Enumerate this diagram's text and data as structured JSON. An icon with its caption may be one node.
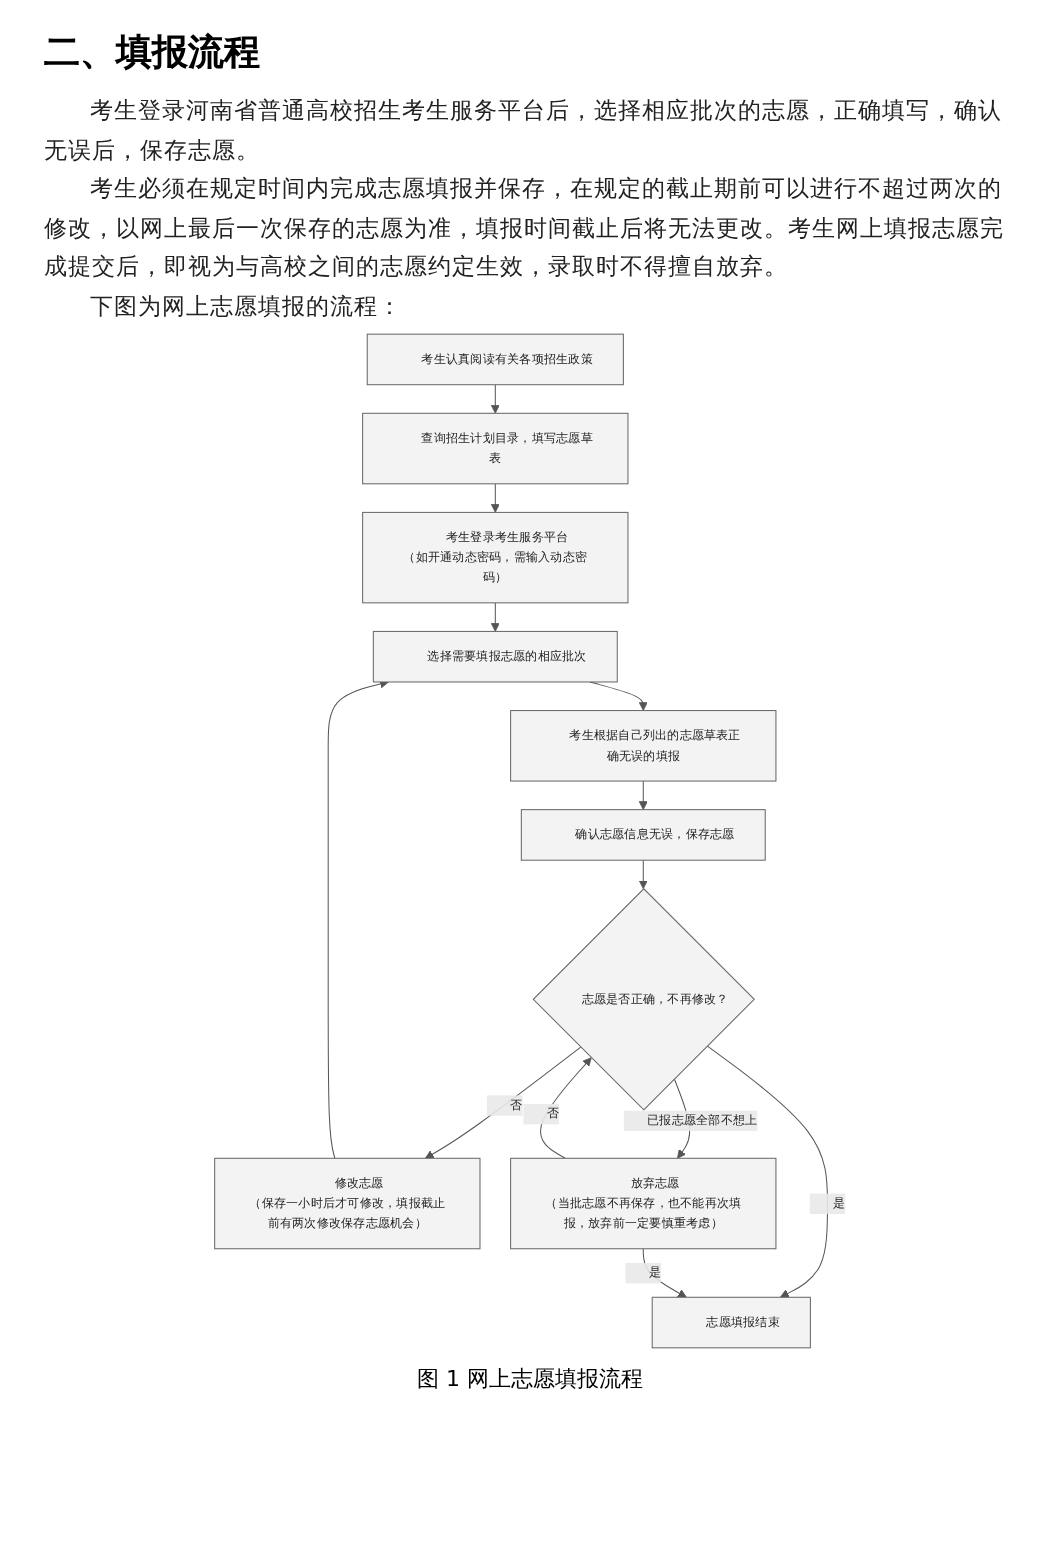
{
  "diagram": {
    "title": "二、填报流程",
    "caption": "图 1 网上志愿填报流程",
    "labels": [
      "考生登录河南省普通高校招生考生服务平台后，选择相应批次的志愿，正确填写，确认无误后，保存志愿。",
      "考生必须在规定时间内完成志愿填报并保存，在规定的截止期前可以进行不超过两次的修改，以网上最后一次保存的志愿为准，填报时间截止后将无法更改。考生网上填报志愿完成提交后，即视为与高校之间的志愿约定生效，录取时不得擅自放弃。",
      "下图为网上志愿填报的流程："
    ],
    "nodes": [
      {
        "text": [
          "考生认真阅读有关各项招生政策"
        ]
      },
      {
        "text": [
          "查询招生计划目录，填写志愿草表"
        ]
      },
      {
        "text": [
          "考生登录考生服务平台",
          "（如开通动态密码，需输入动态密码）"
        ]
      },
      {
        "text": [
          "选择需要填报志愿的相应批次"
        ]
      },
      {
        "text": [
          "考生根据自己列出的志愿草表正确无误的填报"
        ]
      },
      {
        "text": [
          "确认志愿信息无误，保存志愿"
        ]
      },
      {
        "text": [
          "志愿是否正确，不再修改？"
        ]
      },
      {
        "text": [
          "修改志愿",
          "（保存一小时后才可修改，填报截止前有两次修改保存志愿机会）"
        ]
      },
      {
        "text": [
          "放弃志愿",
          "（当批志愿不再保存，也不能再次填报，放弃前一定要慎重考虑）"
        ]
      },
      {
        "text": [
          "志愿填报结束"
        ]
      }
    ],
    "edges": [
      {
        "from": 0,
        "to": 1,
        "arrow": "to"
      },
      {
        "from": 1,
        "to": 2,
        "arrow": "to"
      },
      {
        "from": 2,
        "to": 3,
        "arrow": "to"
      },
      {
        "from": 3,
        "to": 4,
        "arrow": "to"
      },
      {
        "from": 4,
        "to": 5,
        "arrow": "to"
      },
      {
        "from": 5,
        "to": 6,
        "arrow": "to"
      },
      {
        "from": 6,
        "to": 7,
        "arrow": "to",
        "label": "否"
      },
      {
        "from": 7,
        "to": 3,
        "arrow": "to"
      },
      {
        "from": 6,
        "to": 8,
        "arrow": "to",
        "label": "已报志愿全部不想上"
      },
      {
        "from": 8,
        "to": 6,
        "arrow": "to",
        "label": "否"
      },
      {
        "from": 6,
        "to": 9,
        "arrow": "to",
        "label": "是"
      },
      {
        "from": 8,
        "to": 9,
        "arrow": "to",
        "label": "是"
      }
    ]
  }
}
